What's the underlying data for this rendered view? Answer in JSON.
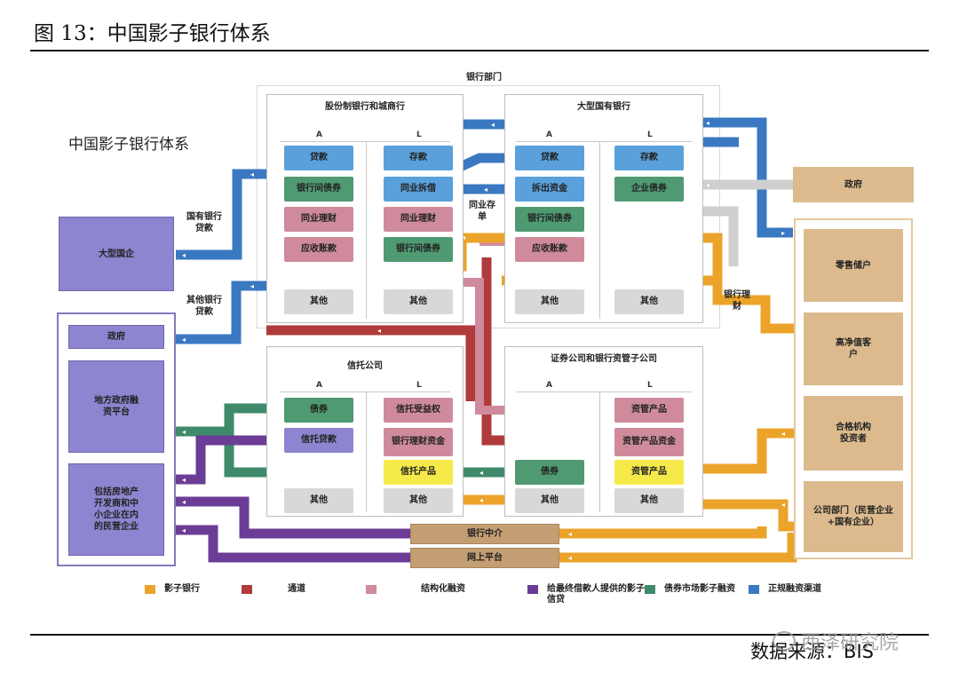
{
  "figure": {
    "title": "图 13：中国影子银行体系",
    "diagram_label": "中国影子银行体系",
    "bank_sector_label": "银行部门",
    "source": "数据来源：BIS",
    "watermark": "西泽研究院"
  },
  "columns": {
    "assets": "A",
    "liabilities": "L"
  },
  "institutions": {
    "joint_stock": {
      "title": "股份制银行和城商行",
      "assets": [
        "贷款",
        "银行间债券",
        "同业理财",
        "应收账款",
        "其他"
      ],
      "liabilities": [
        "存款",
        "同业拆借",
        "同业理财",
        "银行间债券",
        "其他"
      ]
    },
    "state_owned": {
      "title": "大型国有银行",
      "assets": [
        "贷款",
        "拆出资金",
        "银行间债券",
        "应收账款",
        "其他"
      ],
      "liabilities": [
        "存款",
        "企业债券",
        "其他"
      ]
    },
    "trust": {
      "title": "信托公司",
      "assets": [
        "债券",
        "信托贷款",
        "其他"
      ],
      "liabilities": [
        "信托受益权",
        "银行理财资金",
        "信托产品",
        "其他"
      ]
    },
    "securities": {
      "title": "证券公司和银行资管子公司",
      "assets": [
        "债券",
        "其他"
      ],
      "liabilities": [
        "资管产品",
        "资管产品资金",
        "资管产品",
        "其他"
      ]
    }
  },
  "left_entities": {
    "soe": "大型国企",
    "government": "政府",
    "lgfv": "地方政府融资平台",
    "private": "包括房地产开发商和中小企业在内的民营企业"
  },
  "right_entities": {
    "government": "政府",
    "retail": "零售储户",
    "hnw": "高净值客户",
    "qualified": "合格机构投资者",
    "corporate": "公司部门（民营企业+国有企业）"
  },
  "intermediaries": {
    "bank_intermediary": "银行中介",
    "online_platform": "网上平台"
  },
  "flow_labels": {
    "state_loans": "国有银行贷款",
    "other_bank_loans": "其他银行贷款",
    "interbank_deposit": "同业存单",
    "bank_wmp": "银行理财"
  },
  "legend": [
    {
      "label": "影子银行",
      "color": "#eba32a"
    },
    {
      "label": "通道",
      "color": "#b13a3a"
    },
    {
      "label": "结构化融资",
      "color": "#cf8b9c"
    },
    {
      "label": "给最终借款人提供的影子信贷",
      "color": "#6b3d96"
    },
    {
      "label": "债券市场影子融资",
      "color": "#3f8a6b"
    },
    {
      "label": "正规融资渠道",
      "color": "#3a78c2"
    }
  ],
  "colors": {
    "shadow_bank": "#eba32a",
    "channel": "#b13a3a",
    "structured": "#cf8b9c",
    "shadow_credit": "#6b3d96",
    "bond_shadow": "#3f8a6b",
    "formal": "#3a78c2"
  }
}
